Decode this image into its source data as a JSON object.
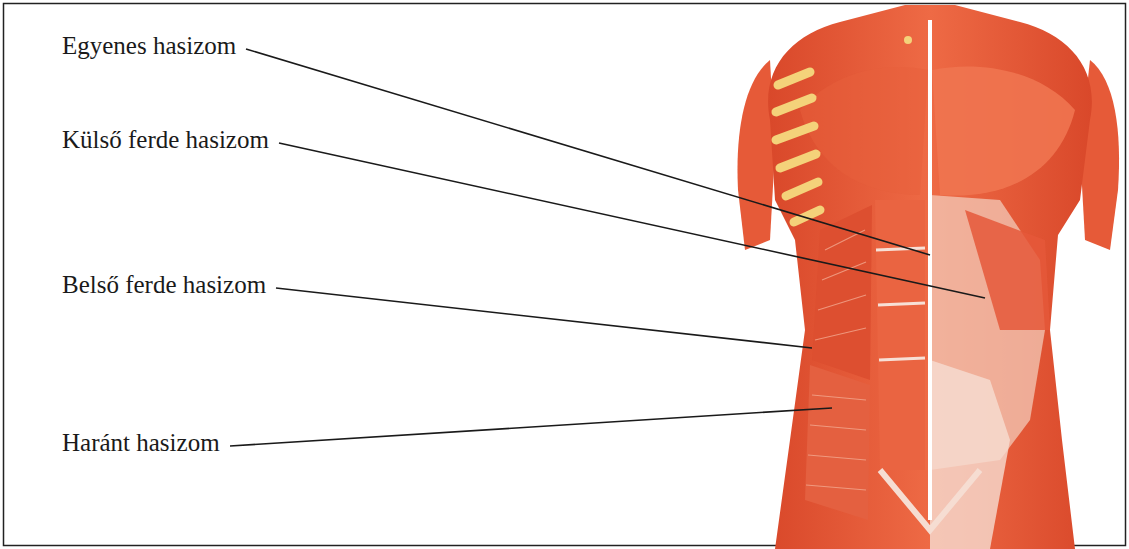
{
  "diagram": {
    "labels": [
      "Egyenes hasizom",
      "Külső ferde hasizom",
      "Belső ferde hasizom",
      "Haránt hasizom"
    ]
  }
}
